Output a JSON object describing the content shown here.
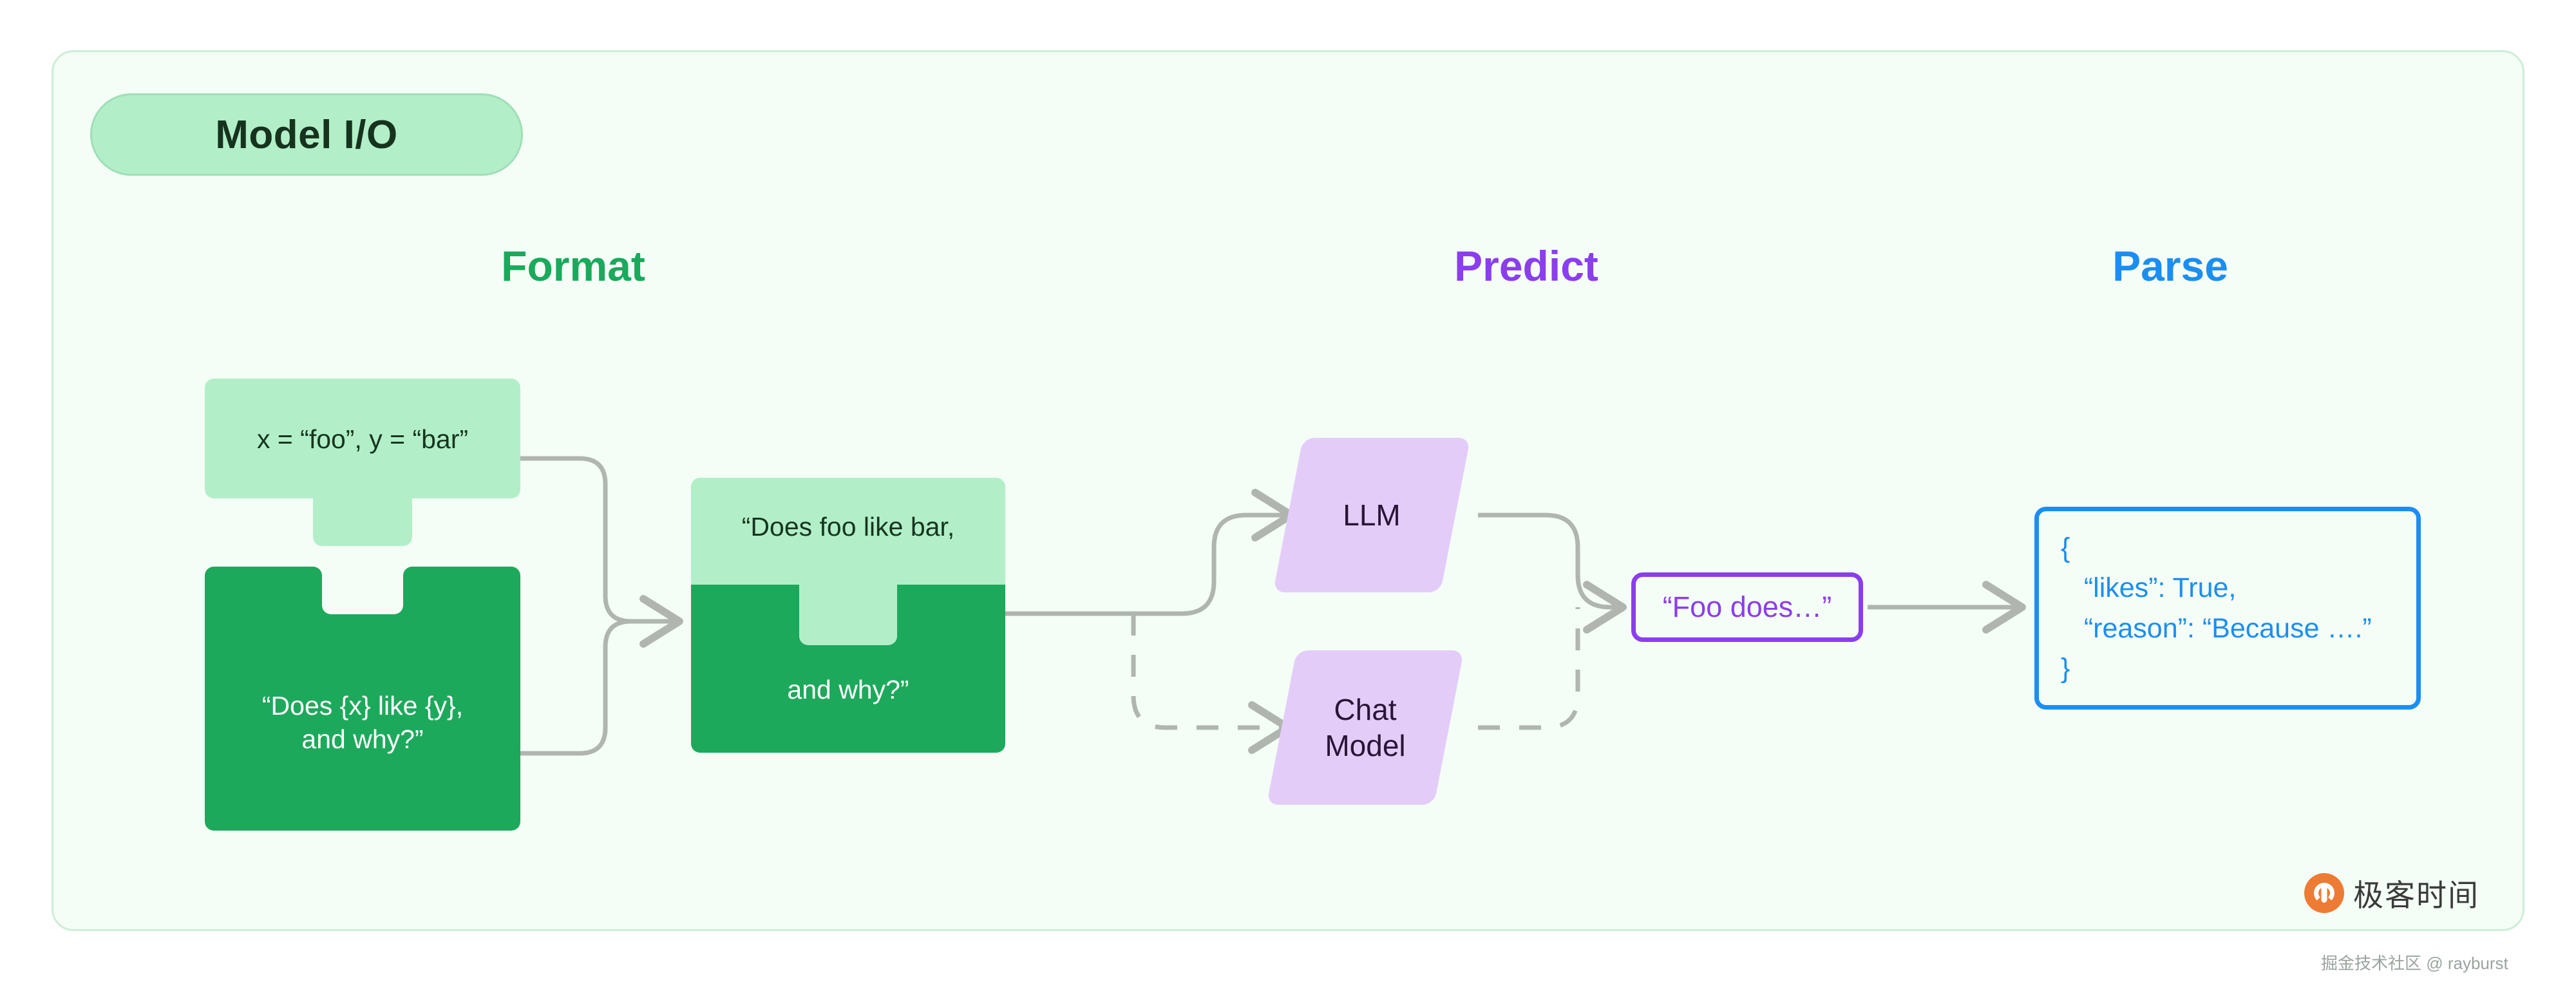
{
  "card": {
    "badge_label": "Model I/O"
  },
  "stages": [
    {
      "key": "format",
      "label": "Format",
      "color": "#19aa5c"
    },
    {
      "key": "predict",
      "label": "Predict",
      "color": "#8b3df0"
    },
    {
      "key": "parse",
      "label": "Parse",
      "color": "#1b8ef2"
    }
  ],
  "format": {
    "input_piece": {
      "text": "x = “foo”, y = “bar”",
      "fill": "#b2efc8",
      "text_color": "#16351f"
    },
    "template_piece": {
      "text": "“Does {x} like {y},\nand why?”",
      "fill": "#1da95b",
      "text_color": "#ffffff"
    },
    "merged_top": {
      "text": "“Does foo like bar,",
      "fill": "#b2efc8",
      "text_color": "#16351f"
    },
    "merged_bottom": {
      "text": "and why?”",
      "fill": "#1da95b",
      "text_color": "#ffffff"
    }
  },
  "predict": {
    "models": [
      {
        "name": "llm",
        "label": "LLM",
        "fill": "#e3cdf8",
        "edge": "solid"
      },
      {
        "name": "chat-model",
        "label": "Chat\nModel",
        "fill": "#e3cdf8",
        "edge": "dashed"
      }
    ],
    "output_box": {
      "text": "“Foo does…”",
      "border": "#8b3df0",
      "text_color": "#8b3df0"
    }
  },
  "parse": {
    "json_box": {
      "text": "{\n   “likes”: True,\n   “reason”: “Because ….”\n}",
      "border": "#1b8ef2",
      "text_color": "#1b8ef2"
    }
  },
  "branding": {
    "logo_text": "极客时间",
    "watermark": "掘金技术社区 @ rayburst"
  }
}
